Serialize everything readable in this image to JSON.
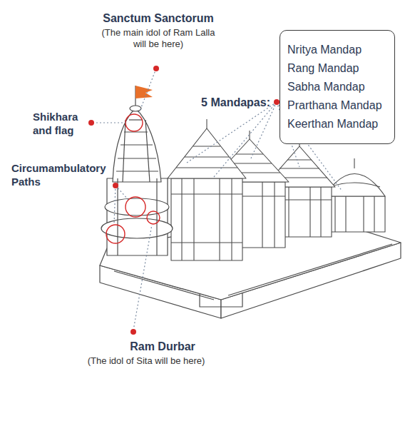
{
  "diagram": {
    "nodes": [
      {
        "text": [
          "5 Mandapas:",
          "Nritya Mandap",
          "Rang Mandap",
          "Sabha Mandap",
          "Prarthana Mandap",
          "Keerthan Mandap"
        ]
      }
    ],
    "labels": [
      "Sanctum Sanctorum",
      "(The main idol of Ram Lalla will be here)",
      "Shikhara and flag",
      "Circumambulatory Paths",
      "Ram Durbar",
      "(The idol of Sita will be here)"
    ]
  }
}
